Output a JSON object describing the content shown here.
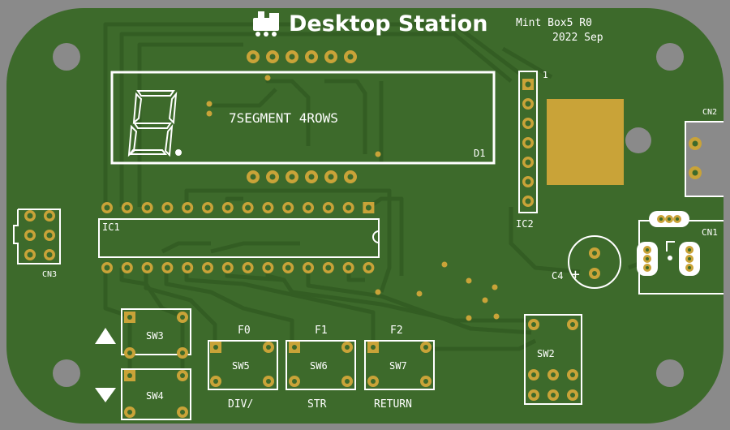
{
  "board": {
    "title": "Desktop Station",
    "model": "Mint Box5 R0",
    "date": "2022 Sep",
    "colors": {
      "soldermask": "#3d6a2b",
      "trace": "#356026",
      "pad": "#c9a338",
      "silkscreen": "#ffffff",
      "background": "#8a8a8a"
    }
  },
  "display": {
    "label": "7SEGMENT 4ROWS",
    "ref": "D1",
    "digit_icon": "seven-segment-digit-icon"
  },
  "ics": {
    "ic1": "IC1",
    "ic2": "IC2",
    "ic2_pin1": "1"
  },
  "connectors": {
    "cn1": "CN1",
    "cn2": "CN2",
    "cn3": "CN3"
  },
  "capacitor": {
    "ref": "C4",
    "polarity": "+"
  },
  "switches": {
    "sw2": "SW2",
    "sw3": "SW3",
    "sw4": "SW4",
    "sw5": "SW5",
    "sw6": "SW6",
    "sw7": "SW7",
    "f0": "F0",
    "f1": "F1",
    "f2": "F2",
    "div": "DIV/",
    "str": "STR",
    "ret": "RETURN",
    "up_icon": "triangle-up-icon",
    "down_icon": "triangle-down-icon"
  }
}
